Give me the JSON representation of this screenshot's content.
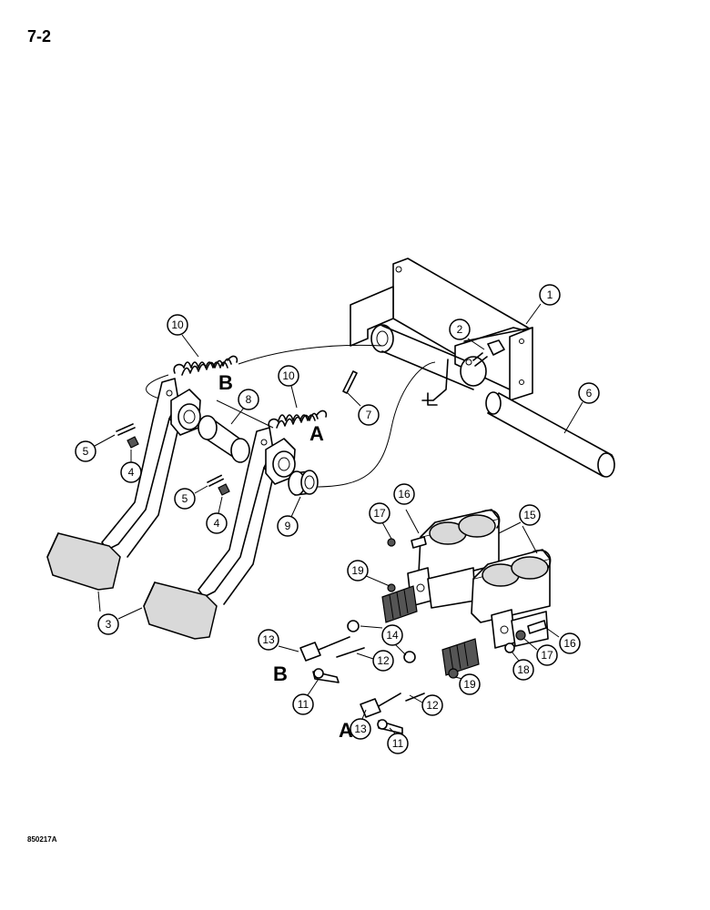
{
  "page": {
    "number": "7-2",
    "figure_code": "850217A"
  },
  "callouts": [
    "1",
    "2",
    "3",
    "4",
    "4",
    "5",
    "5",
    "6",
    "7",
    "8",
    "9",
    "10",
    "10",
    "11",
    "11",
    "12",
    "12",
    "13",
    "13",
    "14",
    "15",
    "16",
    "16",
    "17",
    "17",
    "18",
    "19",
    "19"
  ],
  "letters": [
    "B",
    "A",
    "B",
    "A"
  ]
}
